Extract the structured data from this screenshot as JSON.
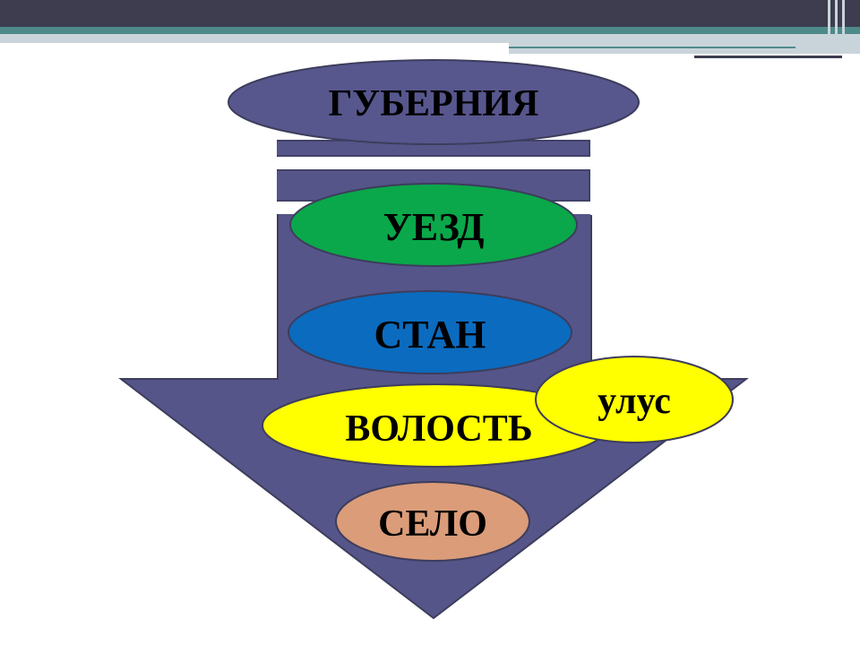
{
  "colors": {
    "header_dark": "#3d3d4f",
    "header_teal": "#4f8a8b",
    "header_light": "#c9d4da",
    "arrow_fill": "#55558a",
    "outline": "#3d3d5c",
    "guberniya_fill": "#57578e",
    "uezd_fill": "#0aa84a",
    "stan_fill": "#0b6bbf",
    "volost_fill": "#ffff00",
    "ulus_fill": "#ffff00",
    "selo_fill": "#db9c79",
    "guberniya_text": "#ffffff",
    "dark_text": "#000000",
    "light_text": "#ffffff"
  },
  "levels": {
    "guberniya": "ГУБЕРНИЯ",
    "uezd": "УЕЗД",
    "stan": "СТАН",
    "volost": "ВОЛОСТЬ",
    "ulus": "улус",
    "selo": "СЕЛО"
  }
}
